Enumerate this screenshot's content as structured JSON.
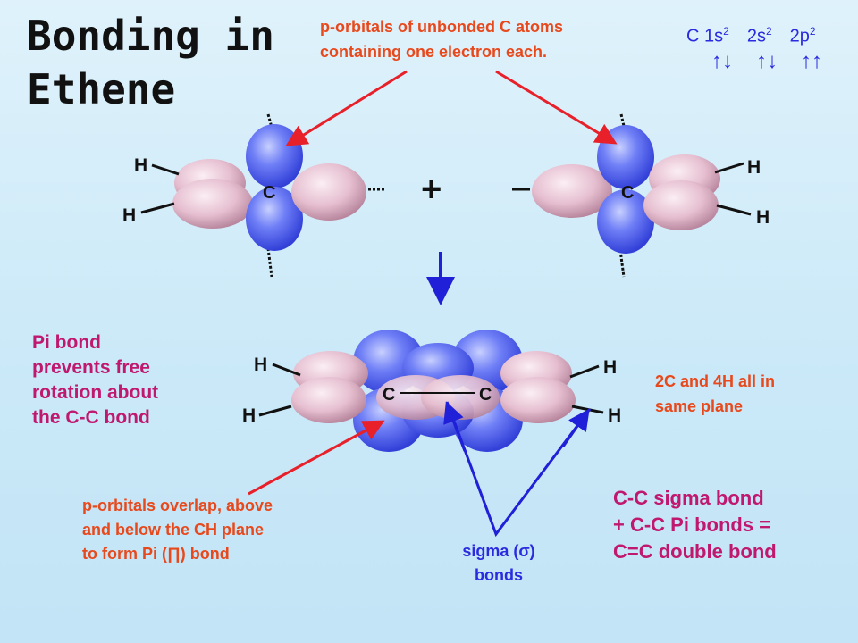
{
  "title": {
    "line1": "Bonding in",
    "line2": "Ethene"
  },
  "top_note": {
    "line1": "p-orbitals of unbonded C atoms",
    "line2": "containing one electron each."
  },
  "electron_config": {
    "element": "C",
    "orbitals": [
      {
        "name": "1s",
        "sup": "2",
        "arrows": "↑↓"
      },
      {
        "name": "2s",
        "sup": "2",
        "arrows": "↑↓"
      },
      {
        "name": "2p",
        "sup": "2",
        "arrows": "↑↑"
      }
    ]
  },
  "atoms": {
    "carbon": "C",
    "hydrogen": "H",
    "plus": "+"
  },
  "pi_note": {
    "lines": [
      "Pi bond",
      "prevents free",
      "rotation about",
      "the C-C bond"
    ]
  },
  "plane_note": {
    "line1": "2C and 4H all in",
    "line2": "same plane"
  },
  "summary": {
    "line1": "C-C sigma bond",
    "line2": "+ C-C Pi bonds =",
    "line3": "C=C double bond"
  },
  "bottom_note": {
    "line1": "p-orbitals overlap, above",
    "line2": "and below the CH plane",
    "line3": "to form Pi (∏) bond"
  },
  "sigma_label": {
    "line1": "sigma (σ)",
    "line2": "bonds"
  },
  "colors": {
    "orange_text": "#e8491c",
    "magenta_text": "#c0186e",
    "blue_text": "#2a2ae0",
    "red_arrow": "#e8202a",
    "blue_arrow": "#2020d8",
    "p_orbital": "#4a5cf0",
    "sp2_orbital": "#e9c4d4"
  }
}
